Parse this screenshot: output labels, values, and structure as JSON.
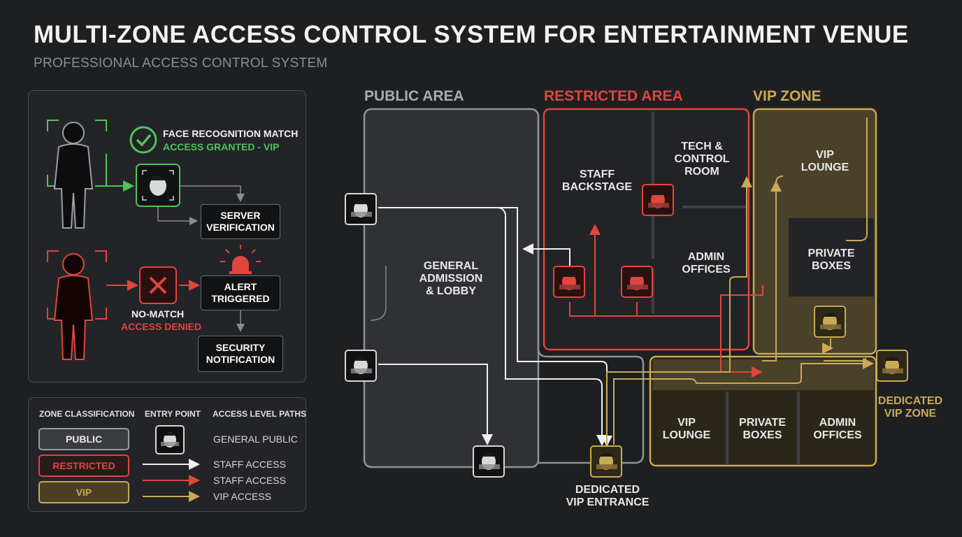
{
  "header": {
    "title": "MULTI-ZONE ACCESS CONTROL SYSTEM FOR ENTERTAINMENT VENUE",
    "subtitle": "PROFESSIONAL ACCESS CONTROL SYSTEM"
  },
  "flow": {
    "match_title": "FACE RECOGNITION MATCH",
    "match_status": "ACCESS GRANTED - VIP",
    "server_verification": "SERVER\nVERIFICATION",
    "nomatch_title": "NO-MATCH",
    "nomatch_status": "ACCESS DENIED",
    "alert": "ALERT\nTRIGGERED",
    "security_notification": "SECURITY\nNOTIFICATION"
  },
  "zones": {
    "public_header": "PUBLIC AREA",
    "restricted_header": "RESTRICTED AREA",
    "vip_header": "VIP ZONE",
    "general_admission": "GENERAL\nADMISSION\n& LOBBY",
    "staff_backstage": "STAFF\nBACKSTAGE",
    "tech_control": "TECH &\nCONTROL\nROOM",
    "admin_offices_restricted": "ADMIN\nOFFICES",
    "vip_lounge_top": "VIP\nLOUNGE",
    "private_boxes_top": "PRIVATE\nBOXES",
    "vip_lounge_bottom": "VIP\nLOUNGE",
    "private_boxes_bottom": "PRIVATE\nBOXES",
    "admin_offices_bottom": "ADMIN\nOFFICES",
    "dedicated_vip_entrance": "DEDICATED\nVIP ENTRANCE",
    "dedicated_vip_zone": "DEDICATED\nVIP ZONE"
  },
  "legend": {
    "zone_classification": "ZONE CLASSIFICATION",
    "entry_point": "ENTRY POINT",
    "access_level_paths": "ACCESS LEVEL PATHS",
    "public": "PUBLIC",
    "restricted": "RESTRICTED",
    "vip": "VIP",
    "general_public": "GENERAL PUBLIC",
    "staff_access_white": "STAFF ACCESS",
    "staff_access_red": "STAFF ACCESS",
    "vip_access": "VIP ACCESS"
  },
  "colors": {
    "public": "#9a9ea4",
    "restricted": "#e0453e",
    "vip": "#c9aa57",
    "granted": "#4fc35c",
    "background": "#1e1f21"
  },
  "icons": [
    "person-icon",
    "face-scan-icon",
    "check-icon",
    "x-icon",
    "alarm-icon",
    "arrow-icon"
  ]
}
